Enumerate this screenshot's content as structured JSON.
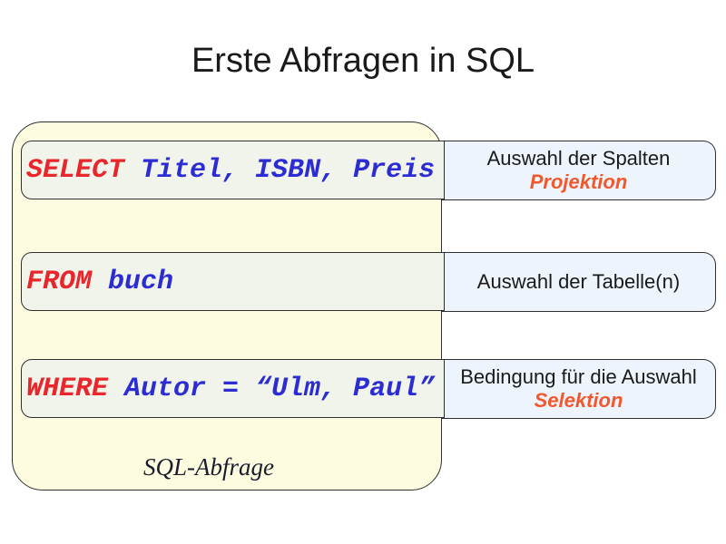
{
  "title": "Erste Abfragen in SQL",
  "container": {
    "label": "SQL-Abfrage"
  },
  "rows": [
    {
      "sql": {
        "keyword": "SELECT",
        "rest": " Titel, ISBN, Preis"
      },
      "annotation": {
        "line1": "Auswahl der Spalten",
        "line2": "Projektion"
      }
    },
    {
      "sql": {
        "keyword": "FROM",
        "rest": " buch"
      },
      "annotation": {
        "line1": "Auswahl der Tabelle(n)",
        "line2": ""
      }
    },
    {
      "sql": {
        "keyword": "WHERE",
        "rest": " Autor = “Ulm, Paul”"
      },
      "annotation": {
        "line1": "Bedingung für die Auswahl",
        "line2": "Selektion"
      }
    }
  ],
  "colors": {
    "container_bg": "#fdfce0",
    "sql_box_bg": "#f0f4ea",
    "annotation_bg": "#edf4fb",
    "keyword_red": "#e8262b",
    "identifier_blue": "#2c2cd4",
    "emphasis_orange": "#f2582b"
  }
}
